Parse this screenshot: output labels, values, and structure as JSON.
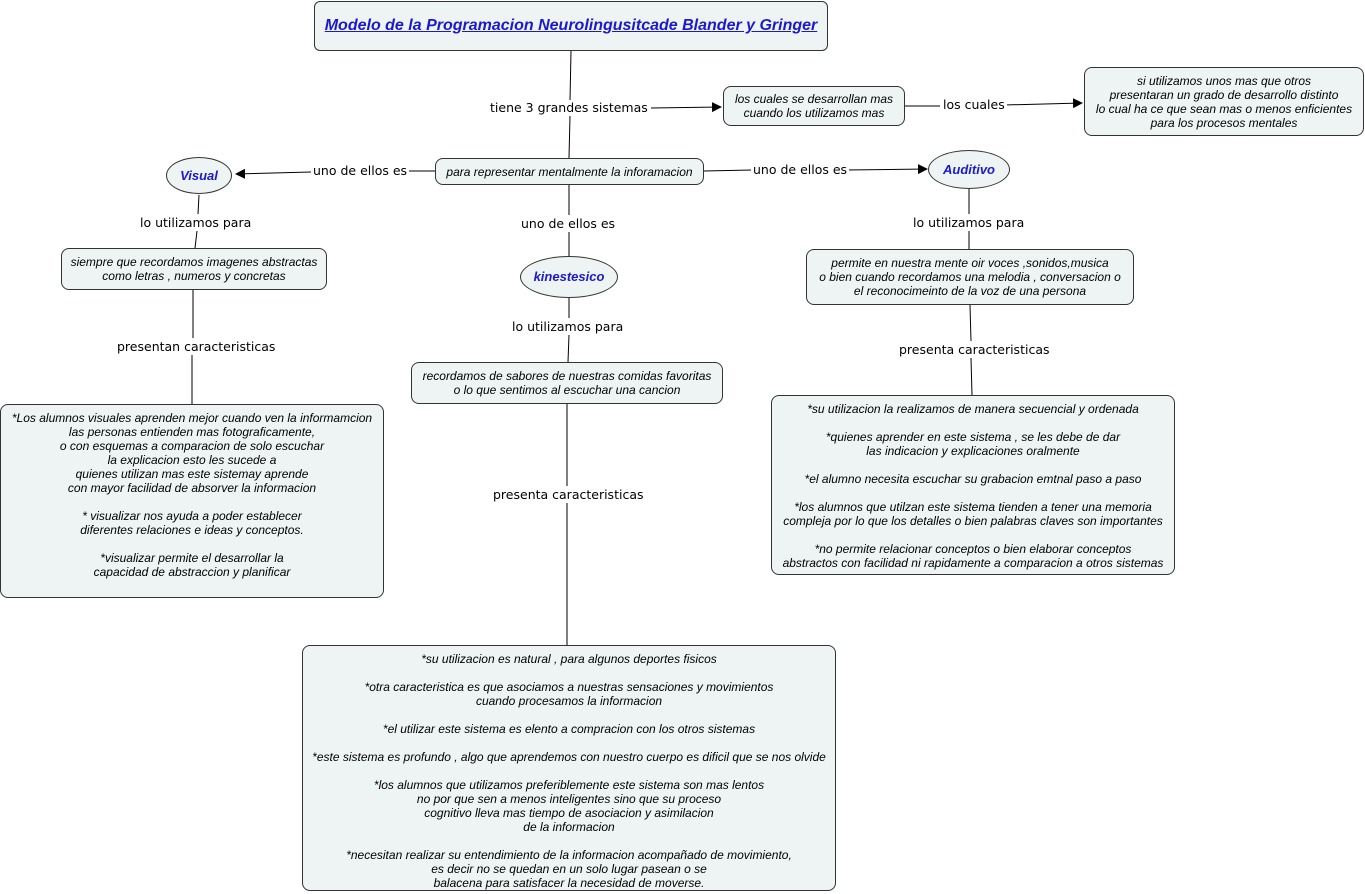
{
  "title": "Modelo de la Programacion Neurolingusitcade Blander y Gringer",
  "nodes": {
    "desarrollan": "los cuales se desarrollan mas\ncuando los utilizamos mas",
    "distinto": "si utilizamos unos mas que otros\npresentaran un grado de desarrollo distinto\nlo cual ha ce que sean mas o menos enficientes\npara los procesos mentales",
    "representar": "para representar mentalmente la inforamacion",
    "visual": "Visual",
    "auditivo": "Auditivo",
    "kinestesico": "kinestesico",
    "visual_uso": "siempre que recordamos imagenes abstractas\ncomo letras ,  numeros y concretas",
    "auditivo_uso": "permite en nuestra mente oir voces ,sonidos,musica\no bien cuando recordamos una melodia , conversacion  o\nel reconocimeinto de la voz  de una persona",
    "kinestesico_uso": "recordamos de sabores de nuestras comidas favoritas\no lo que sentimos al escuchar una cancion",
    "visual_caract": "*Los alumnos visuales aprenden mejor cuando ven la informamcion\nlas personas  entienden mas fotograficamente,\no con esquemas  a comparacion de solo escuchar\nla explicacion esto les sucede a\nquienes utilizan mas este sistemay aprende\ncon mayor facilidad de absorver la informacion\n\n* visualizar nos ayuda a  poder establecer\ndiferentes relaciones e ideas y conceptos.\n\n*visualizar permite  el desarrollar la\ncapacidad de abstraccion y planificar",
    "auditivo_caract": "*su utilizacion la realizamos de manera secuencial  y ordenada\n\n*quienes aprender en este sistema , se les debe de dar\nlas indicacion y explicaciones oralmente\n\n*el alumno necesita escuchar su grabacion emtnal paso a paso\n\n*los alumnos que utilzan este sistema tienden a tener una memoria\ncompleja por lo que los detalles  o bien palabras claves son importantes\n\n*no permite relacionar conceptos o bien elaborar conceptos\nabstractos con facilidad ni rapidamente a comparacion a  otros sistemas",
    "kinestesico_caract": "*su utilizacion es natural , para algunos deportes fisicos\n\n*otra caracteristica es que  asociamos a nuestras sensaciones y movimientos\ncuando procesamos la informacion\n\n*el utilizar este sistema es elento a compracion con los otros sistemas\n\n*este sistema es profundo , algo que aprendemos con nuestro cuerpo es dificil que se nos olvide\n\n*los alumnos que utilizamos preferiblemente este sistema son mas lentos\nno por que sen a menos inteligentes sino que su proceso\ncognitivo lleva mas tiempo de asociacion y asimilacion\nde la informacion\n\n*necesitan realizar su entendimiento de la informacion acompañado de movimiento,\nes decir no se quedan en un solo lugar pasean o se\nbalacena para satisfacer la necesidad de moverse."
  },
  "links": {
    "tiene": "tiene 3 grandes sistemas",
    "los_cuales": "los cuales",
    "uno_visual": "uno de ellos es",
    "uno_auditivo": "uno de ellos es",
    "uno_kinest": "uno de ellos es",
    "usamos_visual": "lo utilizamos para",
    "usamos_auditivo": "lo utilizamos para",
    "usamos_kinest": "lo utilizamos para",
    "caract_visual": "presentan caracteristicas",
    "caract_auditivo": "presenta caracteristicas",
    "caract_kinest": "presenta caracteristicas"
  },
  "colors": {
    "node_fill": "#eef3f4",
    "node_border": "#333333",
    "title_text": "#1a1acc",
    "line": "#000000"
  }
}
